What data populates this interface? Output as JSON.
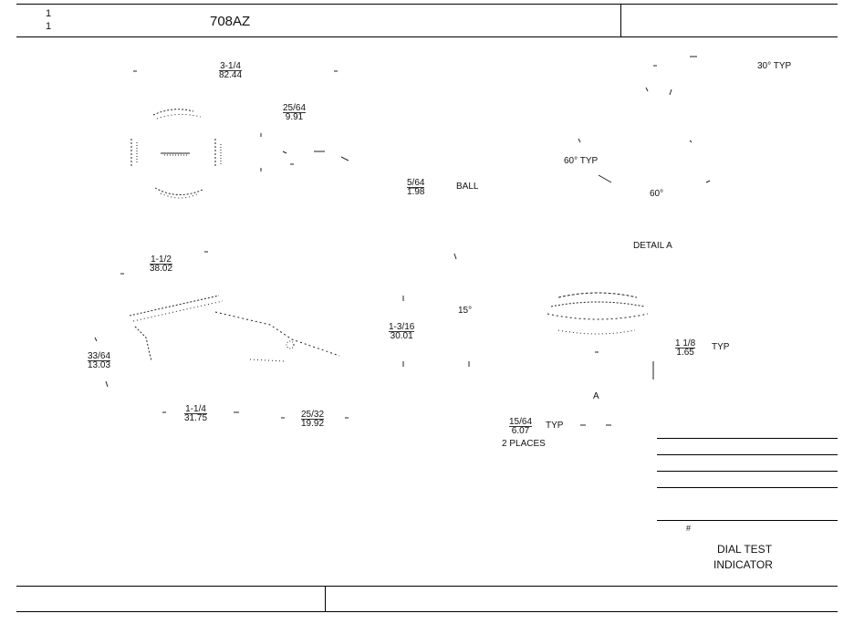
{
  "title_block": {
    "sheet_number": "1",
    "sheet_total": "1",
    "part_number": "708AZ"
  },
  "dimensions": {
    "d1": {
      "inch": "3-1/4",
      "mm": "82.44"
    },
    "d2": {
      "inch": "25/64",
      "mm": "9.91"
    },
    "d3": {
      "inch": "5/64",
      "mm": "1.98"
    },
    "d4": {
      "inch": "1-1/2",
      "mm": "38.02"
    },
    "d5": {
      "inch": "33/64",
      "mm": "13.03"
    },
    "d6": {
      "inch": "1-3/16",
      "mm": "30.01"
    },
    "d7": {
      "inch": "1-1/4",
      "mm": "31.75"
    },
    "d8": {
      "inch": "25/32",
      "mm": "19.92"
    },
    "d9": {
      "inch": "15/64",
      "mm": "6.07"
    },
    "d10": {
      "inch": "1 1/8",
      "mm": "1.65"
    }
  },
  "labels": {
    "ball": "BALL",
    "angle_30_typ": "30° TYP",
    "angle_60_typ": "60° TYP",
    "angle_60": "60°",
    "detail_a": "DETAIL A",
    "angle_15": "15°",
    "detail_ref": "A",
    "typ": "TYP",
    "two_places": "2 PLACES",
    "marker": "#",
    "part_name_line1": "DIAL TEST",
    "part_name_line2": "INDICATOR"
  }
}
